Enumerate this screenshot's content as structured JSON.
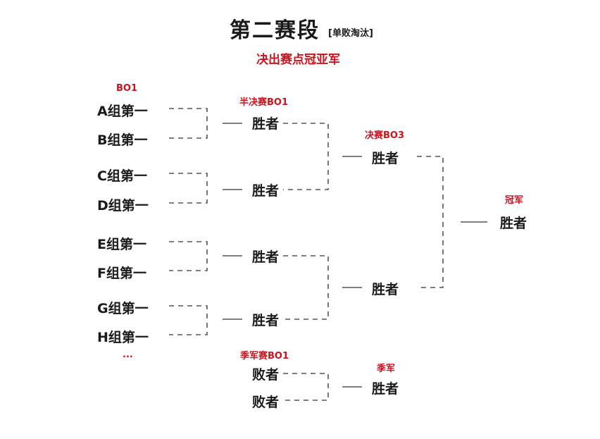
{
  "title": {
    "main": "第二赛段",
    "tag": "[单败淘汰]",
    "subtitle": "决出赛点冠亚军"
  },
  "stage_labels": {
    "bo1": "BO1",
    "semi": "半决赛BO1",
    "final": "决赛BO3",
    "champion": "冠军",
    "third_match": "季军赛BO1",
    "third_place": "季军"
  },
  "teams": [
    "A组第一",
    "B组第一",
    "C组第一",
    "D组第一",
    "E组第一",
    "F组第一",
    "G组第一",
    "H组第一"
  ],
  "ellipsis": "...",
  "winner": "胜者",
  "loser": "败者"
}
